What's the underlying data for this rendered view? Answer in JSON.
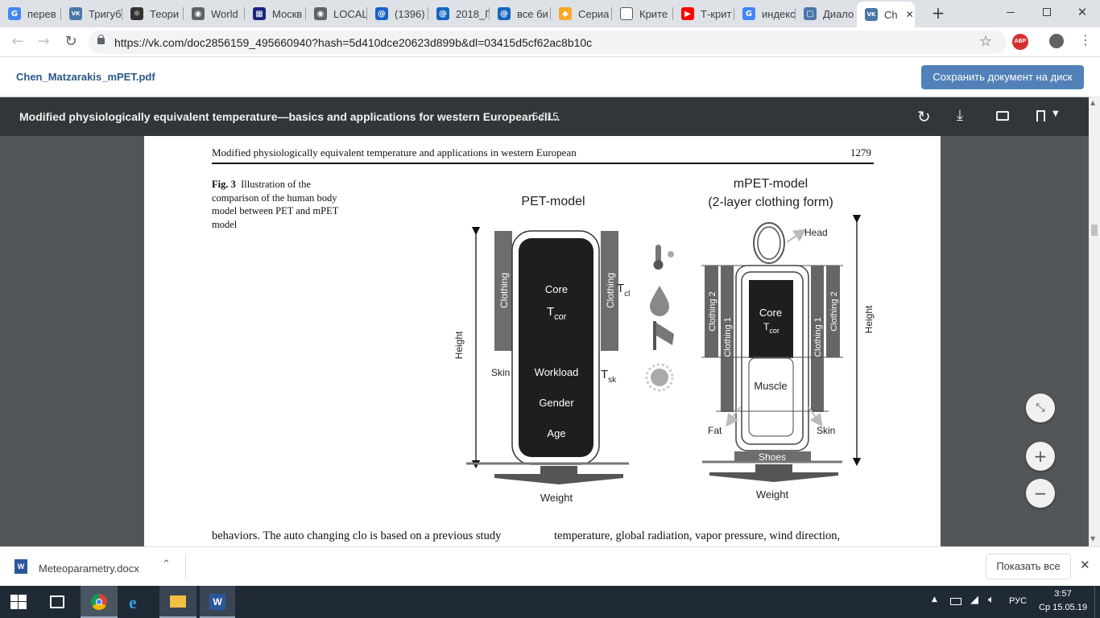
{
  "tabs": [
    {
      "label": "перев",
      "icon": "google-icon",
      "color": "#4285f4",
      "glyph": "G"
    },
    {
      "label": "Тригуб",
      "icon": "vk-icon",
      "color": "#4a76a8",
      "glyph": "VK"
    },
    {
      "label": "Теори",
      "icon": "atom-icon",
      "color": "#333333",
      "glyph": "⚛"
    },
    {
      "label": "World",
      "icon": "globe-icon",
      "color": "#5f6368",
      "glyph": "◉"
    },
    {
      "label": "Москв",
      "icon": "site-icon",
      "color": "#1a237e",
      "glyph": "▦"
    },
    {
      "label": "LOCAL",
      "icon": "globe-icon",
      "color": "#5f6368",
      "glyph": "◉"
    },
    {
      "label": "(1396)",
      "icon": "mail-at-icon",
      "color": "#1565c0",
      "glyph": "@"
    },
    {
      "label": "2018_Г",
      "icon": "mail-at-icon",
      "color": "#1565c0",
      "glyph": "@"
    },
    {
      "label": "все би",
      "icon": "mail-at-icon",
      "color": "#1565c0",
      "glyph": "@"
    },
    {
      "label": "Сериа",
      "icon": "diamond-icon",
      "color": "#f9a825",
      "glyph": "◆"
    },
    {
      "label": "Крите",
      "icon": "page-icon",
      "color": "#ffffff",
      "glyph": ""
    },
    {
      "label": "Т-крит",
      "icon": "youtube-icon",
      "color": "#ff0000",
      "glyph": "▶"
    },
    {
      "label": "индекс",
      "icon": "google-icon",
      "color": "#4285f4",
      "glyph": "G"
    },
    {
      "label": "Диало",
      "icon": "chat-icon",
      "color": "#4a76a8",
      "glyph": "▢"
    },
    {
      "label": "Ch",
      "icon": "vk-icon",
      "color": "#4a76a8",
      "glyph": "VK"
    }
  ],
  "url": "https://vk.com/doc2856159_495660940?hash=5d410dce20623d899b&dl=03415d5cf62ac8b10c",
  "vk": {
    "filename": "Chen_Matzarakis_mPET.pdf",
    "save_button": "Сохранить документ на диск"
  },
  "pdf": {
    "title": "Modified physiologically equivalent temperature—basics and applications for western European cli...",
    "page_indicator": "5 / 15"
  },
  "page": {
    "running_head": "Modified physiologically equivalent temperature and applications in western European",
    "page_number": "1279",
    "fig_label": "Fig. 3",
    "fig_caption": "Illustration of the comparison of the human body model between PET and mPET model",
    "body_left": "behaviors. The auto changing clo is based on a previous study",
    "body_right": "temperature, global radiation, vapor pressure, wind direction,"
  },
  "figure": {
    "pet_title": "PET-model",
    "mpet_title_1": "mPET-model",
    "mpet_title_2": "(2-layer clothing form)",
    "height": "Height",
    "clothing": "Clothing",
    "core": "Core",
    "t": "T",
    "t_cor_sub": "cor",
    "t_cl_sub": "cl",
    "t_sk_sub": "sk",
    "skin": "Skin",
    "workload": "Workload",
    "gender": "Gender",
    "age": "Age",
    "weight": "Weight",
    "head": "Head",
    "clothing_2": "Clothing 2",
    "clothing_1": "Clothing 1",
    "muscle": "Muscle",
    "fat": "Fat",
    "shoes": "Shoes"
  },
  "download": {
    "filename": "Meteoparametry.docx",
    "show_all": "Показать все"
  },
  "taskbar": {
    "lang": "РУС",
    "time": "3:57",
    "date": "Ср 15.05.19"
  }
}
